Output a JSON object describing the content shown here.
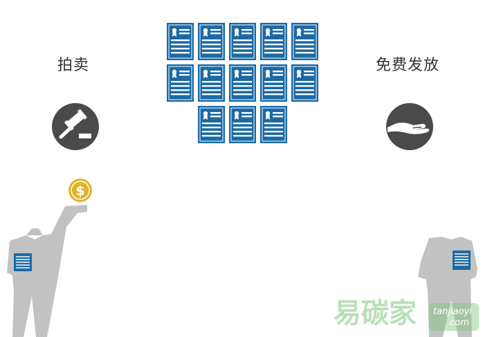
{
  "labels": {
    "auction": "拍卖",
    "free_distribution": "免费发放"
  },
  "certificate_grid": {
    "rows": [
      5,
      5,
      3
    ]
  },
  "watermark": {
    "brand_cn": "易碳家",
    "domain_line1": "tanjiaoyi",
    "domain_line2": ".com"
  },
  "icons": {
    "auction": "gavel-icon",
    "free": "giving-hand-icon",
    "coin": "dollar-coin-icon",
    "document": "certificate-document-icon"
  },
  "colors": {
    "document_blue": "#1b6aa5",
    "circle_dark": "#4a4a4a",
    "figure_gray": "#c2c2c2",
    "coin_gold": "#e1b429",
    "label_text": "#333333",
    "watermark_green": "#7ec87a"
  }
}
